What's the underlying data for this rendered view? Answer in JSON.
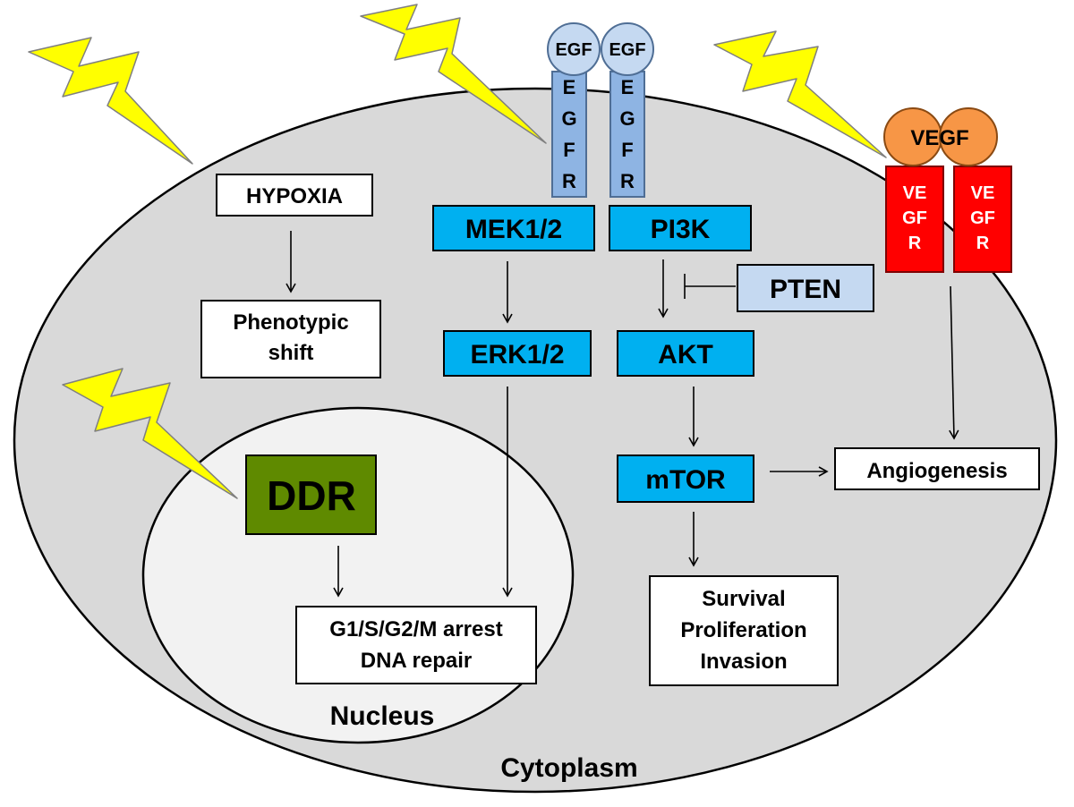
{
  "compartments": {
    "cytoplasm": "Cytoplasm",
    "nucleus": "Nucleus"
  },
  "egf_receptors": [
    {
      "ligand": "EGF",
      "receptor_letters": [
        "E",
        "G",
        "F",
        "R"
      ]
    },
    {
      "ligand": "EGF",
      "receptor_letters": [
        "E",
        "G",
        "F",
        "R"
      ]
    }
  ],
  "vegf": {
    "ligand": "VEGF",
    "receptor_lines": [
      "VE",
      "GF",
      "R"
    ]
  },
  "nodes": {
    "hypoxia": "HYPOXIA",
    "phenotypic_shift": [
      "Phenotypic",
      "shift"
    ],
    "mek": "MEK1/2",
    "erk": "ERK1/2",
    "pi3k": "PI3K",
    "pten": "PTEN",
    "akt": "AKT",
    "mtor": "mTOR",
    "angiogenesis": "Angiogenesis",
    "survival": [
      "Survival",
      "Proliferation",
      "Invasion"
    ],
    "ddr": "DDR",
    "arrest": [
      "G1/S/G2/M arrest",
      "DNA repair"
    ]
  },
  "colors": {
    "cytoplasm": "#d9d9d9",
    "nucleus": "#f2f2f2",
    "kinase_box": "#00b0f0",
    "pten_box": "#c5d9f1",
    "egf_ligand": "#c5d9f1",
    "egfr": "#8eb4e3",
    "vegf_ligand": "#f79646",
    "vegfr": "#ff0000",
    "ddr_box": "#5f8a00",
    "lightning": "#ffff00"
  }
}
